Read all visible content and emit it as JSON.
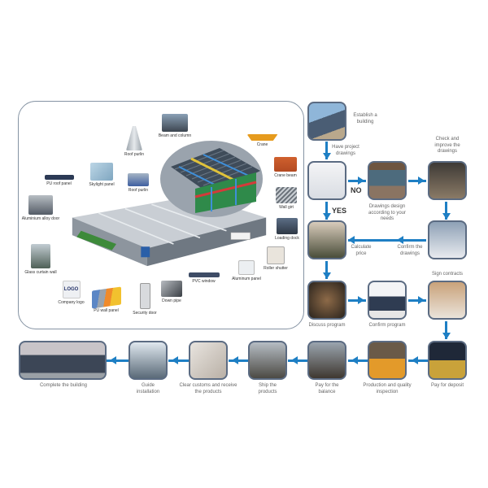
{
  "structure_panel": {
    "components": [
      {
        "id": "beam-and-column",
        "label": "Beam and column"
      },
      {
        "id": "roof-purlin-1",
        "label": "Roof purlin"
      },
      {
        "id": "crane",
        "label": "Crane"
      },
      {
        "id": "pu-roof-panel",
        "label": "PU roof panel"
      },
      {
        "id": "skylight-panel",
        "label": "Skylight panel"
      },
      {
        "id": "roof-purlin-2",
        "label": "Roof purlin"
      },
      {
        "id": "crane-beam",
        "label": "Crane beam"
      },
      {
        "id": "aluminium-alloy-door",
        "label": "Aluminium alloy door"
      },
      {
        "id": "wall-girt",
        "label": "Wall girt"
      },
      {
        "id": "loading-dock",
        "label": "Loading dock"
      },
      {
        "id": "glass-curtain-wall",
        "label": "Glass curtain wall"
      },
      {
        "id": "roller-shutter",
        "label": "Roller shutter"
      },
      {
        "id": "company-logo",
        "label": "Company logo",
        "logo_text": "LOGO"
      },
      {
        "id": "pu-wall-panel",
        "label": "PU wall panel"
      },
      {
        "id": "pvc-window",
        "label": "PVC window"
      },
      {
        "id": "aluminum-panel",
        "label": "Aluminum panel"
      },
      {
        "id": "security-door",
        "label": "Security door"
      },
      {
        "id": "down-pipe",
        "label": "Down pipe"
      }
    ]
  },
  "flow": {
    "decision_yes": "YES",
    "decision_no": "NO",
    "steps": [
      {
        "id": "establish",
        "label": "Establish a building"
      },
      {
        "id": "have-drawings",
        "label": "Have project drawings"
      },
      {
        "id": "drawings-design",
        "label": "Drawings design according to your needs"
      },
      {
        "id": "check-improve",
        "label": "Check and improve the drawings"
      },
      {
        "id": "calculate-price",
        "label": "Calculate price"
      },
      {
        "id": "confirm-drawings",
        "label": "Confirm the drawings"
      },
      {
        "id": "discuss-program",
        "label": "Discuss program"
      },
      {
        "id": "confirm-program",
        "label": "Confirm program"
      },
      {
        "id": "sign-contracts",
        "label": "Sign contracts"
      },
      {
        "id": "pay-deposit",
        "label": "Pay for deposit"
      },
      {
        "id": "production-inspection",
        "label": "Production and quality inspection"
      },
      {
        "id": "pay-balance",
        "label": "Pay for the balance"
      },
      {
        "id": "ship-products",
        "label": "Ship the products"
      },
      {
        "id": "clear-customs",
        "label": "Clear customs and receive the products"
      },
      {
        "id": "guide-installation",
        "label": "Guide installation"
      },
      {
        "id": "complete-building",
        "label": "Complete the building"
      }
    ]
  },
  "colors": {
    "flow_accent": "#1e7fc4",
    "frame_border": "#5b6b82",
    "panel_border": "#8593a3"
  }
}
